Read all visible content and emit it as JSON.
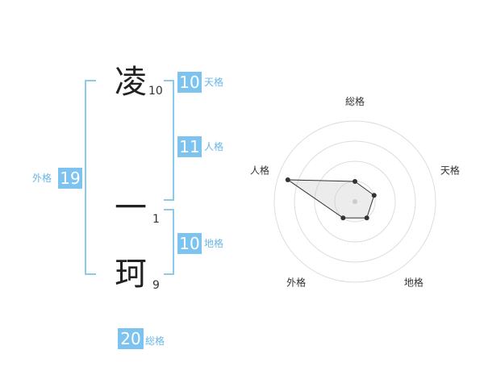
{
  "name": {
    "chars": [
      {
        "char": "凌",
        "strokes": "10"
      },
      {
        "char": "一",
        "strokes": "1"
      },
      {
        "char": "珂",
        "strokes": "9"
      }
    ]
  },
  "kakusu": {
    "tenkaku": {
      "label": "天格",
      "value": "10"
    },
    "jinkaku": {
      "label": "人格",
      "value": "11"
    },
    "chikaku": {
      "label": "地格",
      "value": "10"
    },
    "gaikaku": {
      "label": "外格",
      "value": "19"
    },
    "soukaku": {
      "label": "総格",
      "value": "20"
    }
  },
  "chart_data": {
    "type": "radar",
    "axes": [
      "総格",
      "天格",
      "地格",
      "外格",
      "人格"
    ],
    "values": [
      1.0,
      1.0,
      1.0,
      1.0,
      3.5
    ],
    "rings": 4,
    "range": [
      0,
      4
    ]
  },
  "colors": {
    "accent": "#7cc4ef",
    "bracket": "#8cc9ef",
    "accent_text": "#6bb6e6"
  }
}
